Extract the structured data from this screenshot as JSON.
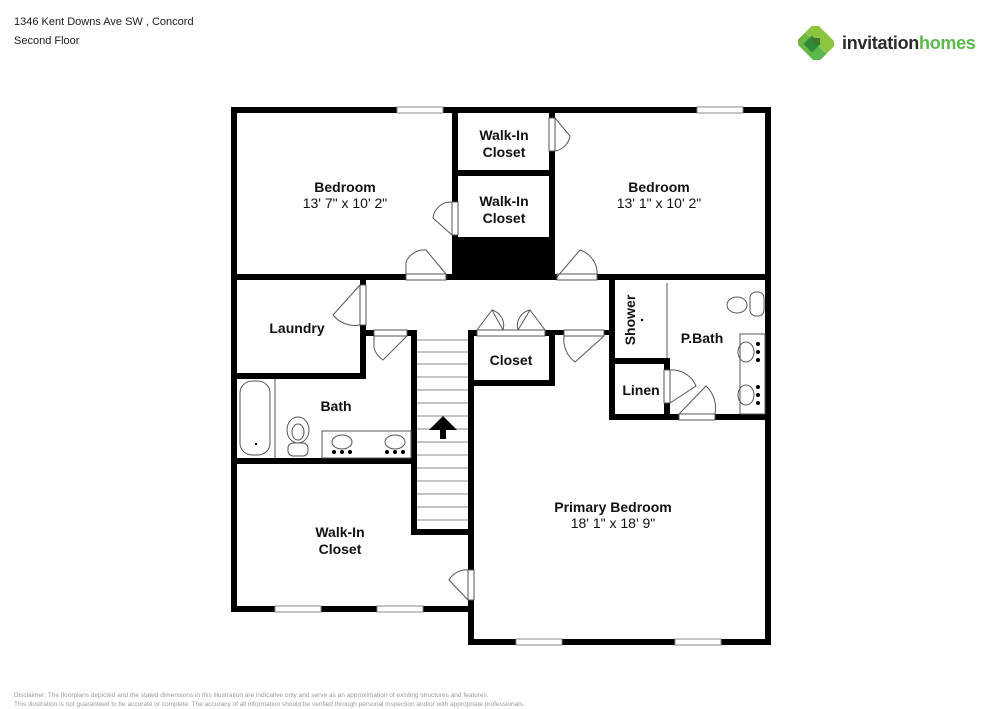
{
  "header": {
    "address": "1346 Kent Downs Ave SW , Concord",
    "floor": "Second Floor"
  },
  "logo": {
    "word1": "invitation",
    "word2": "homes",
    "colors": {
      "dark": "#2b2b2b",
      "green": "#5cb84a",
      "light_green": "#8cc63f",
      "dark_green": "#2e8b3a"
    }
  },
  "rooms": {
    "bedroom_left": {
      "label": "Bedroom",
      "dims": "13' 7\" x 10' 2\""
    },
    "walkin_closet_top": {
      "label_1": "Walk-In",
      "label_2": "Closet"
    },
    "walkin_closet_mid": {
      "label_1": "Walk-In",
      "label_2": "Closet"
    },
    "bedroom_right": {
      "label": "Bedroom",
      "dims": "13' 1\" x 10' 2\""
    },
    "laundry": {
      "label": "Laundry"
    },
    "shower": {
      "label": "Shower"
    },
    "pbath": {
      "label": "P.Bath"
    },
    "closet": {
      "label": "Closet"
    },
    "linen": {
      "label": "Linen"
    },
    "bath": {
      "label": "Bath"
    },
    "walkin_closet_bottom": {
      "label_1": "Walk-In",
      "label_2": "Closet"
    },
    "primary_bedroom": {
      "label": "Primary Bedroom",
      "dims": "18' 1\" x 18' 9\""
    }
  },
  "disclaimer": {
    "line1": "Disclaimer: The floorplans depicted and the stated dimensions in this illustration are indicative only and serve as an approximation of existing structures and features.",
    "line2": "This illustration is not guaranteed to be accurate or complete. The accuracy of all information should be verified through personal inspection and/or with appropriate professionals."
  }
}
